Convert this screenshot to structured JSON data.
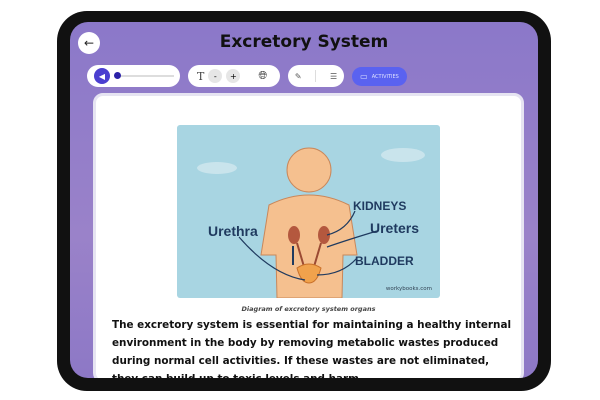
{
  "header": {
    "title": "Excretory System",
    "back_icon": "arrow-left-icon"
  },
  "toolbar": {
    "minus_label": "-",
    "plus_label": "+",
    "activities_label": "ACTIVITIES",
    "audio_progress": 0
  },
  "figure": {
    "labels": {
      "kidneys": "KIDNEYS",
      "ureters": "Ureters",
      "urethra": "Urethra",
      "bladder": "BLADDER"
    },
    "watermark": "workybooks.com",
    "caption": "Diagram of excretory system organs"
  },
  "content": {
    "paragraph": "The excretory system is essential for maintaining a healthy internal environment in the body by removing metabolic wastes produced during normal cell activities. If these wastes are not eliminated, they can build up to toxic levels and harm"
  },
  "colors": {
    "accent": "#5a62f0",
    "background": "#8b78c9"
  }
}
